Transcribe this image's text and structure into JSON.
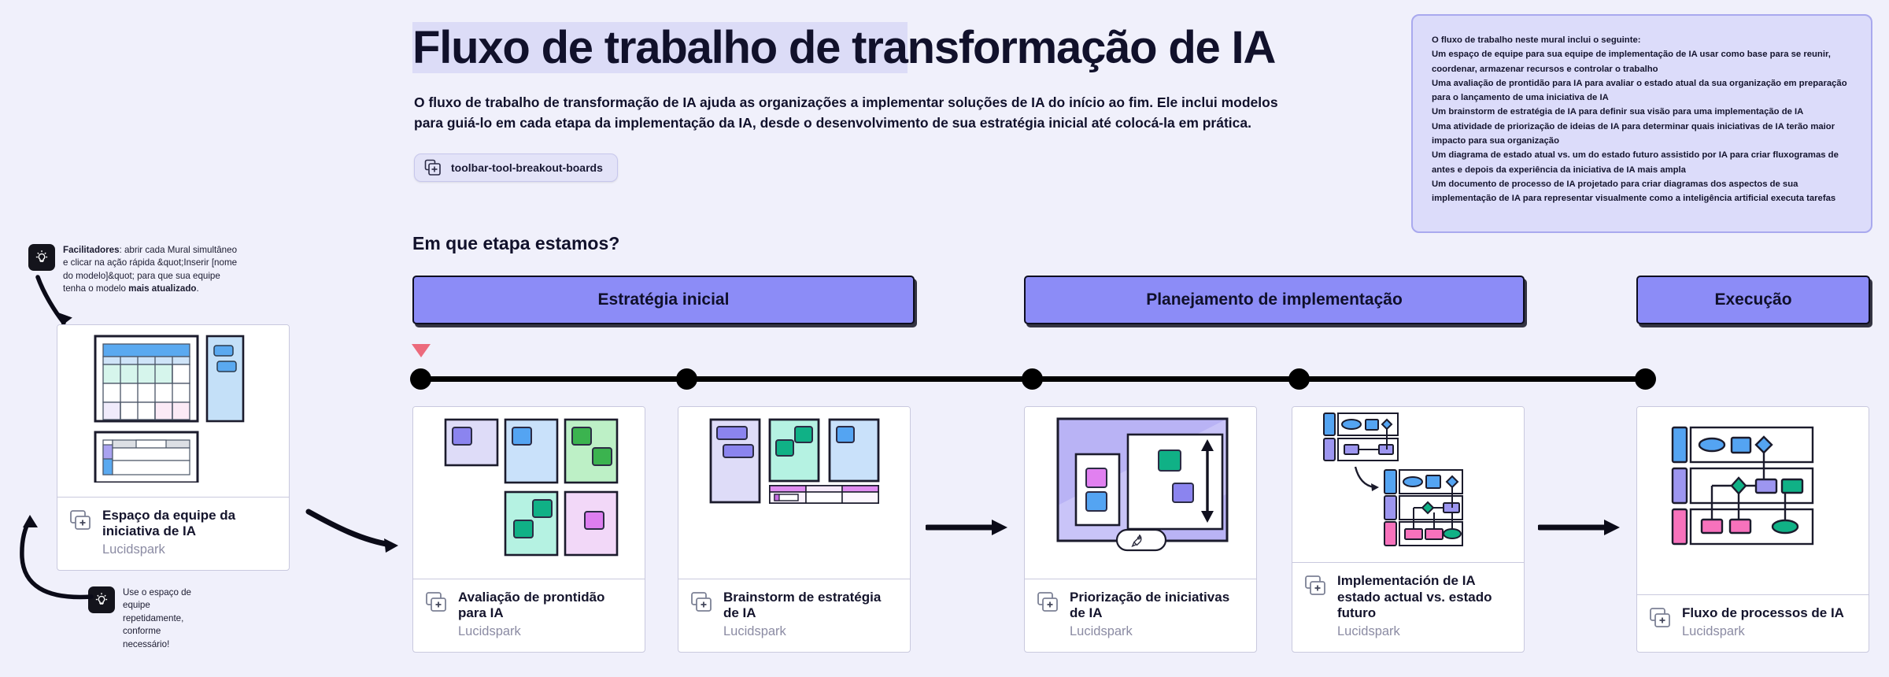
{
  "header": {
    "title_highlight": "Fluxo de trabalho de tra",
    "title_rest": "nsformação de IA",
    "title_full": "Fluxo de trabalho de transformação de IA",
    "subtitle": "O fluxo de trabalho de transformação de IA ajuda as organizações a implementar soluções de IA do início ao fim. Ele inclui modelos para guiá-lo em cada etapa da implementação da IA, desde o desenvolvimento de sua estratégia inicial até colocá-la em prática.",
    "tool_chip_label": "toolbar-tool-breakout-boards"
  },
  "info_panel": {
    "intro": "O fluxo de trabalho neste mural inclui o seguinte:",
    "lines": [
      "Um espaço de equipe para sua equipe de implementação de IA usar como base para se reunir, coordenar, armazenar recursos e controlar o trabalho",
      "Uma avaliação de prontidão para IA para avaliar o estado atual da sua organização em preparação para o lançamento de uma iniciativa de IA",
      "Um brainstorm de estratégia de IA para definir sua visão para uma implementação de IA",
      "Uma atividade de priorização de ideias de IA para determinar quais iniciativas de IA terão maior impacto para sua organização",
      "Um diagrama de estado atual vs. um do estado futuro assistido por IA para criar fluxogramas de antes e depois da experiência da iniciativa de IA mais ampla",
      "Um documento de processo de IA projetado para criar diagramas dos aspectos de sua implementação de IA para representar visualmente como a inteligência artificial executa tarefas"
    ]
  },
  "hints": [
    {
      "id": "hint-facilitators",
      "bold_lead": "Facilitadores",
      "text": ": abrir cada Mural simultâneo e clicar na ação rápida &quot;Inserir [nome do modelo]&quot; para que sua equipe tenha o modelo ",
      "bold_tail": "mais atualizado",
      "tail_punct": "."
    },
    {
      "id": "hint-reuse",
      "text": "Use o espaço de equipe repetidamente, conforme necessário!"
    }
  ],
  "section": {
    "heading": "Em que etapa estamos?"
  },
  "phases": [
    {
      "label": "Estratégia inicial"
    },
    {
      "label": "Planejamento de implementação"
    },
    {
      "label": "Execução"
    }
  ],
  "cards": [
    {
      "title": "Espaço da equipe da iniciativa de IA",
      "source": "Lucidspark"
    },
    {
      "title": "Avaliação de prontidão para IA",
      "source": "Lucidspark"
    },
    {
      "title": "Brainstorm de estratégia de IA",
      "source": "Lucidspark"
    },
    {
      "title": "Priorização de iniciativas de IA",
      "source": "Lucidspark"
    },
    {
      "title": "Implementación de IA estado actual vs. estado futuro",
      "source": "Lucidspark"
    },
    {
      "title": "Fluxo de processos de IA",
      "source": "Lucidspark"
    }
  ],
  "colors": {
    "canvas": "#f0f0fb",
    "phase_band": "#8c8cf7",
    "info_panel_bg": "#dcdcfa",
    "info_panel_border": "#a9a9ee",
    "marker_red": "#ec6a7c",
    "title_highlight": "#dcdcf7",
    "card_border": "#c9c9de",
    "source_text": "#8b8ba3"
  }
}
